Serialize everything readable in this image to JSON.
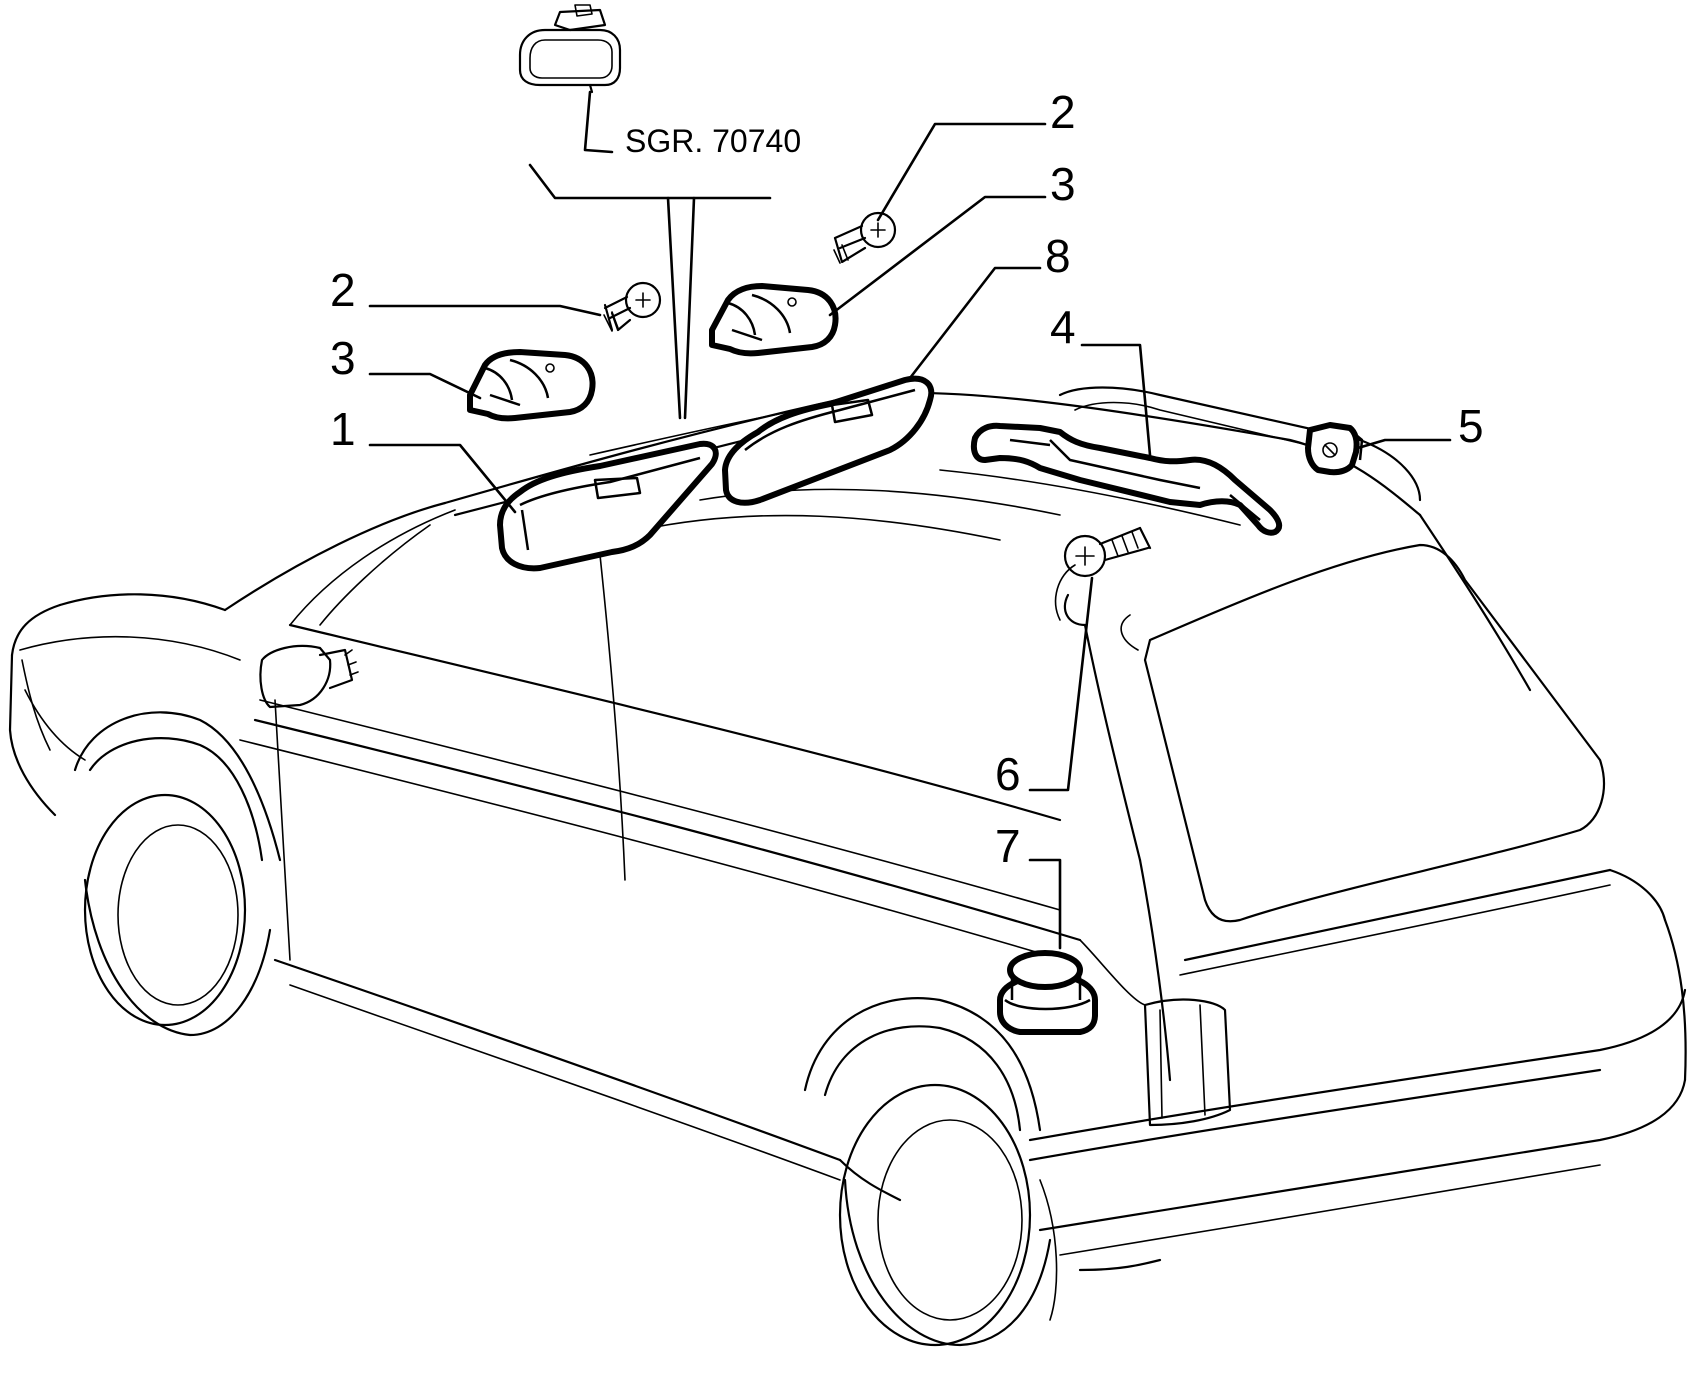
{
  "reference": {
    "text": "SGR. 70740"
  },
  "callouts": {
    "c1": "1",
    "c2_left": "2",
    "c3_left": "3",
    "c2_right": "2",
    "c3_right": "3",
    "c8": "8",
    "c4": "4",
    "c5": "5",
    "c6": "6",
    "c7": "7"
  }
}
